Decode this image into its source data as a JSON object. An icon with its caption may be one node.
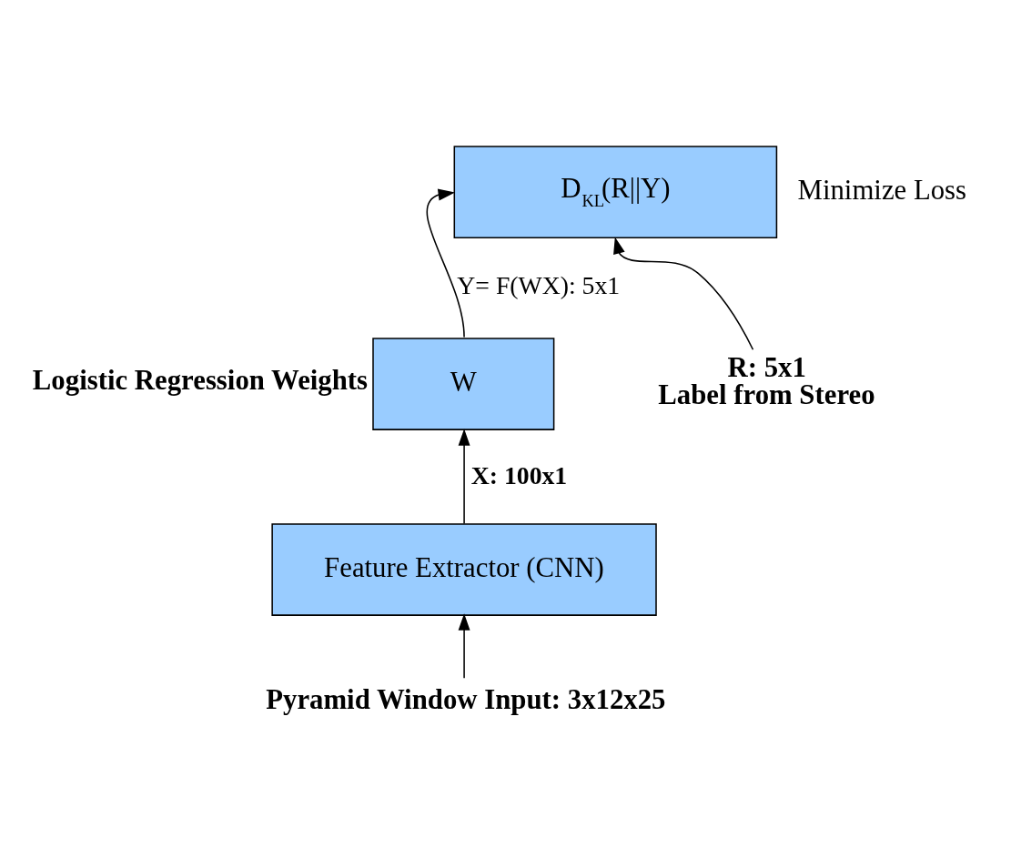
{
  "diagram": {
    "nodes": [
      {
        "text": [
          "D$_{KL}$(R||Y)"
        ],
        "beside": [
          "Minimize Loss"
        ]
      },
      {
        "text": [
          "W"
        ],
        "beside": [
          "Logistic Regression Weights"
        ]
      },
      {
        "text": [
          "Feature Extractor (CNN)"
        ]
      },
      {
        "text": [
          "Pyramid Window Input: 3x12x25"
        ]
      },
      {
        "text": [
          "R: 5x1",
          "Label from Stereo"
        ]
      }
    ],
    "edges": [
      {
        "from": 3,
        "to": 2,
        "arrow": "to"
      },
      {
        "from": 2,
        "to": 1,
        "arrow": "to",
        "label": "X: 100x1"
      },
      {
        "from": 1,
        "to": 0,
        "arrow": "to",
        "label": "Y= F(WX): 5x1"
      },
      {
        "from": 4,
        "to": 0,
        "arrow": "to"
      }
    ]
  }
}
